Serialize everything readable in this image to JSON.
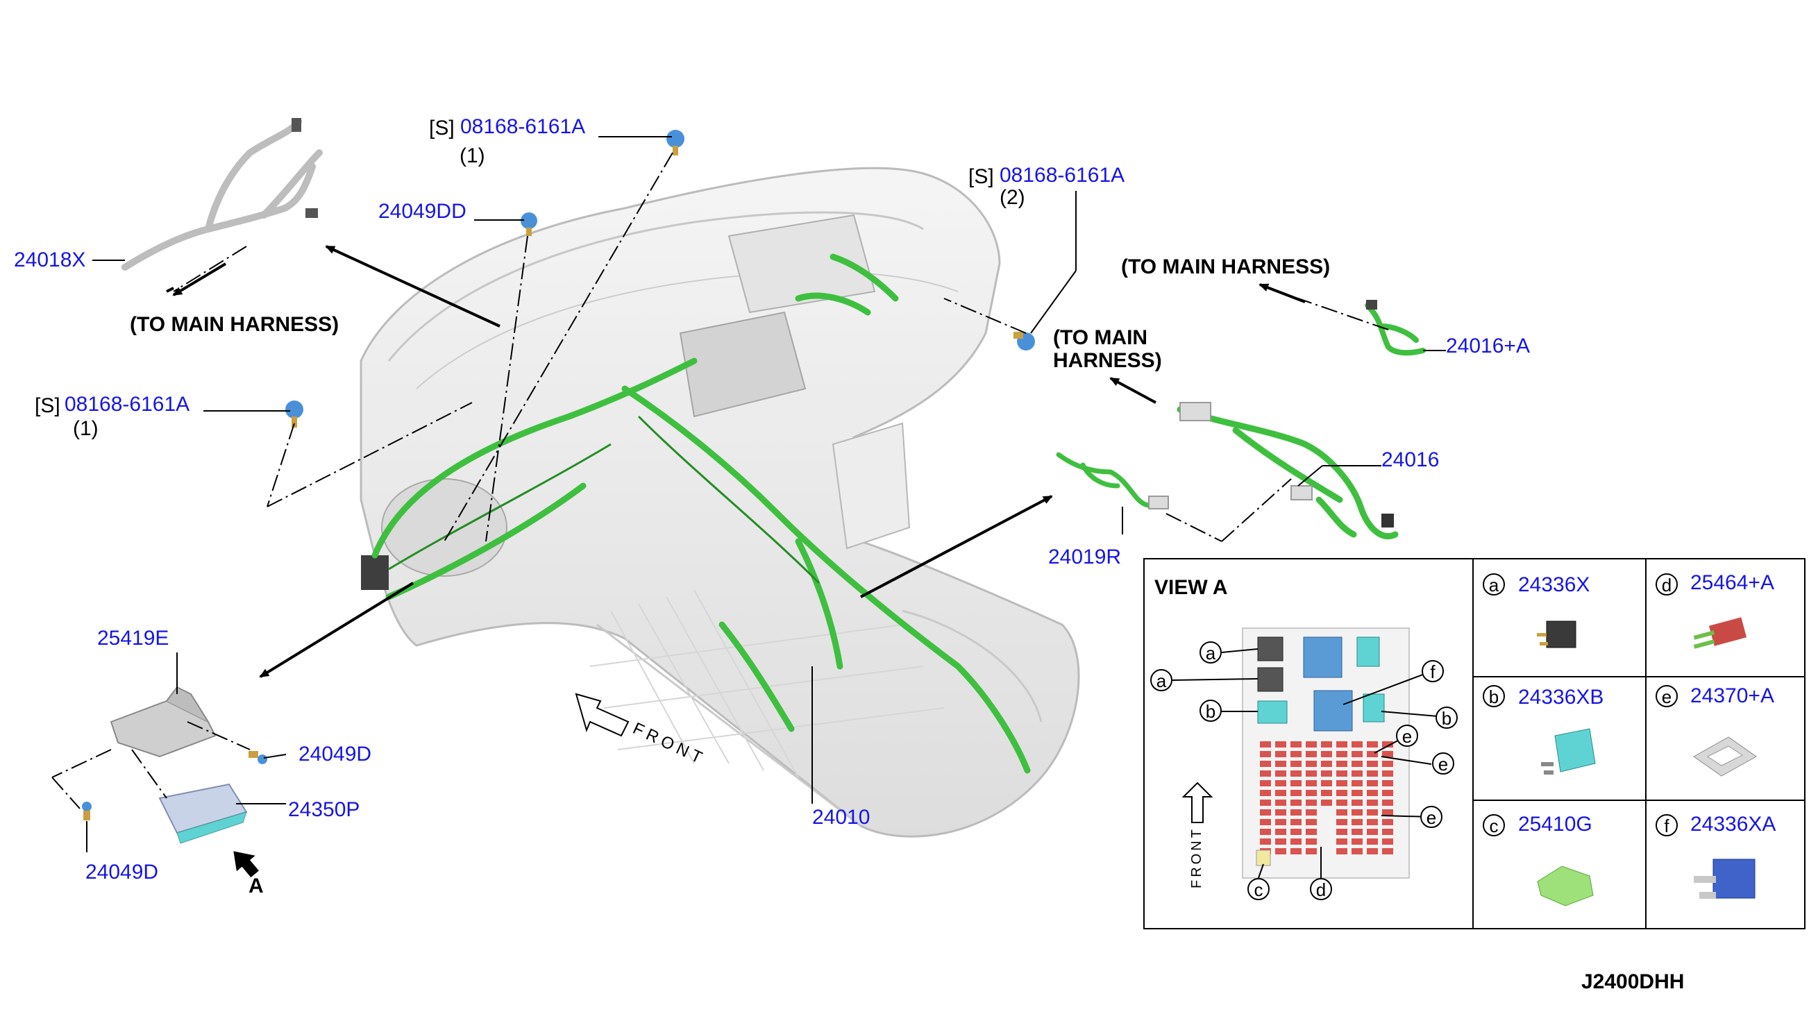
{
  "part_labels": {
    "p24018X": "24018X",
    "p24049DD": "24049DD",
    "p08168_top_num": "08168-6161A",
    "p08168_mid_num": "08168-6161A",
    "p08168_left_num": "08168-6161A",
    "p24016A": "24016+A",
    "p24016": "24016",
    "p24019R": "24019R",
    "p25419E": "25419E",
    "p24049D_right": "24049D",
    "p24350P": "24350P",
    "p24049D_left": "24049D",
    "p24010": "24010"
  },
  "black_labels": {
    "s_prefix": "[S]",
    "qty1": "(1)",
    "qty2": "(2)",
    "to_main_left": "(TO MAIN HARNESS)",
    "to_main_right_top": "(TO MAIN HARNESS)",
    "to_main_mid_l1": "(TO MAIN",
    "to_main_mid_l2": "HARNESS)",
    "view_a_arrow": "A",
    "front": "FRONT",
    "diagram_code": "J2400DHH"
  },
  "view_a": {
    "title": "VIEW A",
    "front_label": "FRONT",
    "callouts": [
      "a",
      "a",
      "b",
      "b",
      "c",
      "d",
      "e",
      "e",
      "e",
      "f"
    ]
  },
  "parts_grid": [
    {
      "letter": "a",
      "part": "24336X"
    },
    {
      "letter": "d",
      "part": "25464+A"
    },
    {
      "letter": "b",
      "part": "24336XB"
    },
    {
      "letter": "e",
      "part": "24370+A"
    },
    {
      "letter": "c",
      "part": "25410G"
    },
    {
      "letter": "f",
      "part": "24336XA"
    }
  ],
  "colors": {
    "label_blue": "#1515e6",
    "harness_green": "#3fbf3f",
    "fuse_red": "#d9534f",
    "relay_blue": "#5b9bd5",
    "relay_cyan": "#5fd3d3"
  }
}
